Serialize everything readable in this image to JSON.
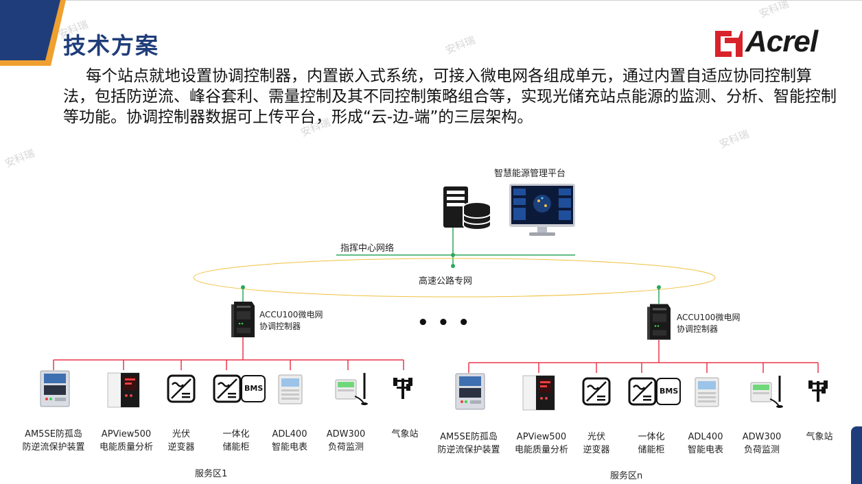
{
  "header": {
    "title": "技术方案",
    "logo_text": "Acrel",
    "watermark": "安科瑞"
  },
  "intro": "每个站点就地设置协调控制器，内置嵌入式系统，可接入微电网各组成单元，通过内置自适应协同控制算法，包括防逆流、峰谷套利、需量控制及其不同控制策略组合等，实现光储充站点能源的监测、分析、智能控制等功能。协调控制器数据可上传平台，形成“云-边-端”的三层架构。",
  "platform": {
    "label": "智慧能源管理平台"
  },
  "network": {
    "command_center": "指挥中心网络",
    "highway": "高速公路专网",
    "ellipsis": "• • •"
  },
  "controller": {
    "line1": "ACCU100微电网",
    "line2": "协调控制器"
  },
  "zones": [
    {
      "label": "服务区1",
      "devices": [
        {
          "icon": "protection-device-icon",
          "line1": "AM5SE防孤岛",
          "line2": "防逆流保护装置"
        },
        {
          "icon": "power-quality-analyzer-icon",
          "line1": "APView500",
          "line2": "电能质量分析"
        },
        {
          "icon": "pv-inverter-icon",
          "line1": "光伏",
          "line2": "逆变器"
        },
        {
          "icon": "storage-cabinet-icon",
          "line1": "一体化",
          "line2": "储能柜",
          "bms": "BMS"
        },
        {
          "icon": "smart-meter-icon",
          "line1": "ADL400",
          "line2": "智能电表"
        },
        {
          "icon": "load-monitor-icon",
          "line1": "ADW300",
          "line2": "负荷监测"
        },
        {
          "icon": "weather-station-icon",
          "line1": "气象站",
          "line2": ""
        }
      ]
    },
    {
      "label": "服务区n",
      "devices": [
        {
          "icon": "protection-device-icon",
          "line1": "AM5SE防孤岛",
          "line2": "防逆流保护装置"
        },
        {
          "icon": "power-quality-analyzer-icon",
          "line1": "APView500",
          "line2": "电能质量分析"
        },
        {
          "icon": "pv-inverter-icon",
          "line1": "光伏",
          "line2": "逆变器"
        },
        {
          "icon": "storage-cabinet-icon",
          "line1": "一体化",
          "line2": "储能柜",
          "bms": "BMS"
        },
        {
          "icon": "smart-meter-icon",
          "line1": "ADL400",
          "line2": "智能电表"
        },
        {
          "icon": "load-monitor-icon",
          "line1": "ADW300",
          "line2": "负荷监测"
        },
        {
          "icon": "weather-station-icon",
          "line1": "气象站",
          "line2": ""
        }
      ]
    }
  ],
  "colors": {
    "accent_blue": "#1f3d7a",
    "accent_orange": "#f0a030",
    "bus_red": "#e8364a",
    "network_green": "#2ca85a",
    "logo_red": "#d8232a"
  }
}
